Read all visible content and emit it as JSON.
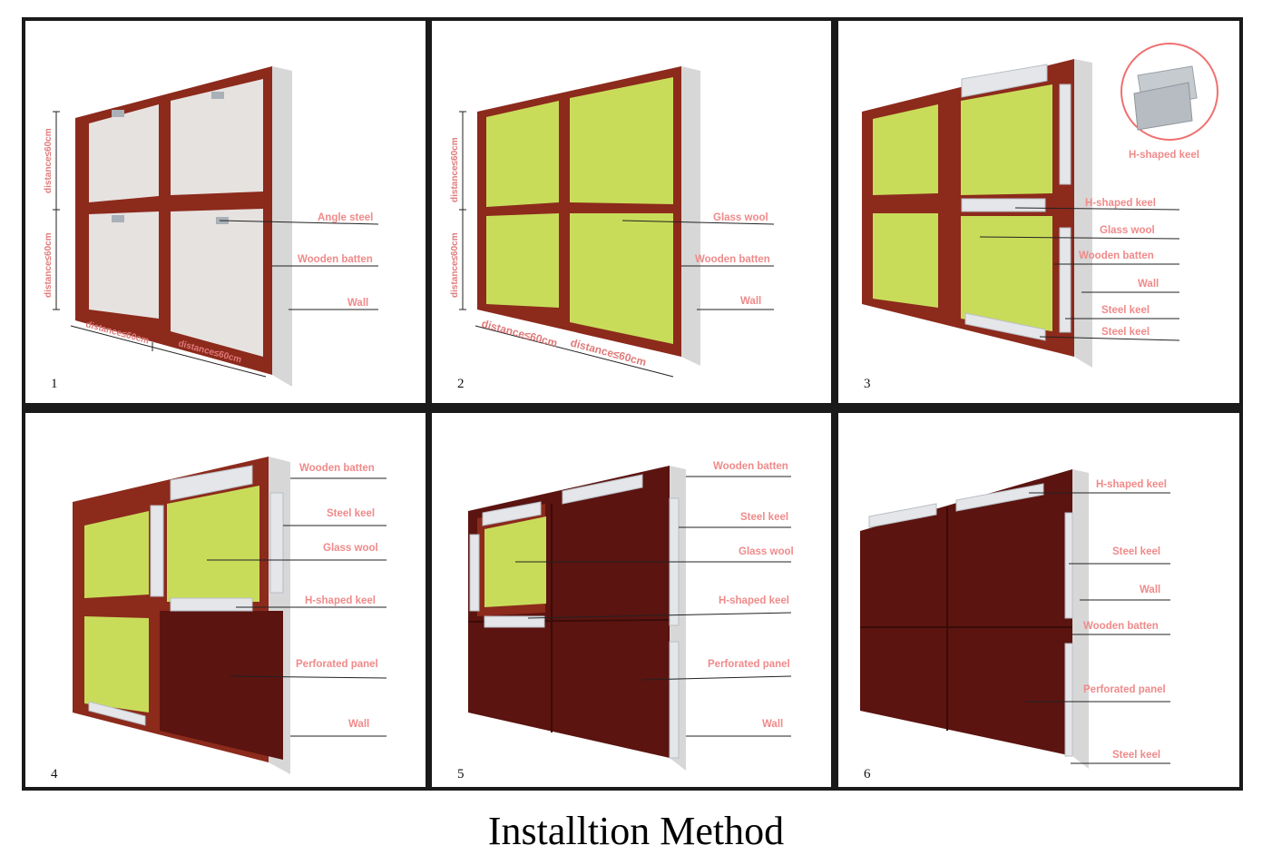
{
  "caption": "Installtion Method",
  "colors": {
    "wood": "#8c2a1c",
    "wood_dark": "#5a1710",
    "glass_wool": "#c9dc5a",
    "insulation_board": "#e6e2e0",
    "perforated_panel": "#5b1410",
    "keel": "#e4e6e9",
    "label": "#f08a8a",
    "leader": "#222222"
  },
  "steps": [
    {
      "number": "1",
      "labels": [
        "Angle steel",
        "Wooden batten",
        "Wall"
      ],
      "dimensions": [
        "distance≤60cm",
        "distance≤60cm",
        "distance≤60cm",
        "distance≤60cm"
      ]
    },
    {
      "number": "2",
      "labels": [
        "Glass wool",
        "Wooden batten",
        "Wall"
      ],
      "dimensions": [
        "distance≤60cm",
        "distance≤60cm",
        "distance≤60cm",
        "distance≤60cm"
      ]
    },
    {
      "number": "3",
      "inset_label": "H-shaped keel",
      "labels": [
        "H-shaped keel",
        "Glass wool",
        "Wooden batten",
        "Wall",
        "Steel keel",
        "Steel keel"
      ]
    },
    {
      "number": "4",
      "labels": [
        "Wooden batten",
        "Steel keel",
        "Glass wool",
        "H-shaped keel",
        "Perforated panel",
        "Wall"
      ]
    },
    {
      "number": "5",
      "labels": [
        "Wooden batten",
        "Steel keel",
        "Glass wool",
        "H-shaped keel",
        "Perforated panel",
        "Wall"
      ]
    },
    {
      "number": "6",
      "labels": [
        "H-shaped keel",
        "Steel keel",
        "Wall",
        "Wooden batten",
        "Perforated panel",
        "Steel keel"
      ]
    }
  ]
}
